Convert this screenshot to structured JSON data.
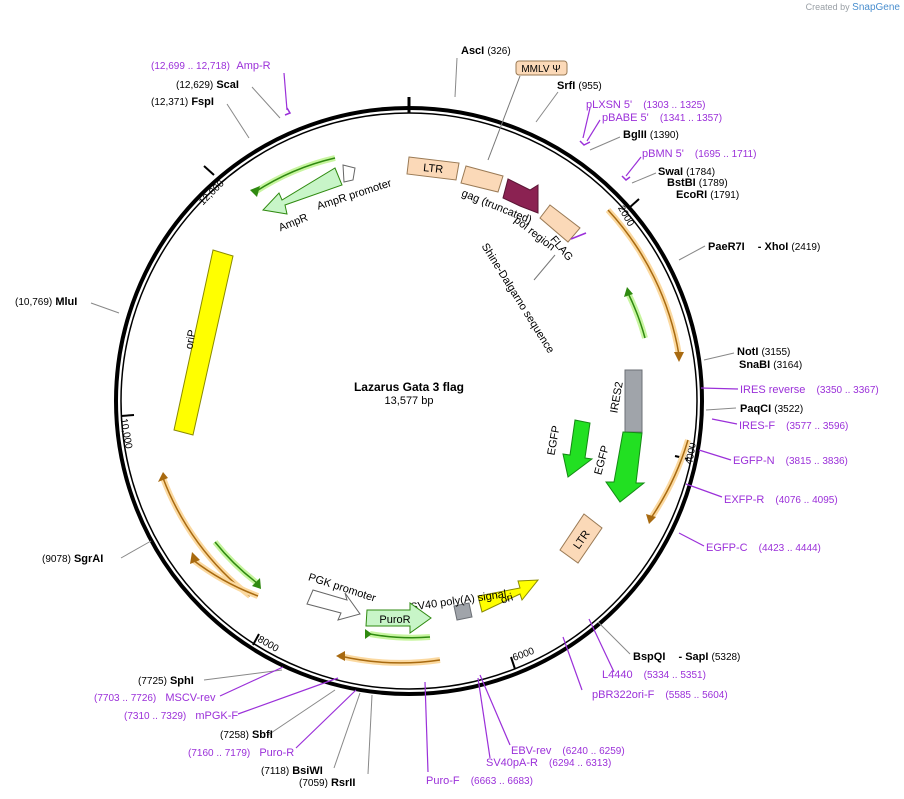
{
  "credit": {
    "prefix": "Created by",
    "brand": "SnapGene"
  },
  "plasmid": {
    "name": "Lazarus Gata 3 flag",
    "size": "13,577 bp"
  },
  "ticks": [
    "2000",
    "4000",
    "6000",
    "8000",
    "10,000",
    "12,000"
  ],
  "restriction_sites": [
    {
      "name": "AscI",
      "pos": "(326)"
    },
    {
      "name": "SrfI",
      "pos": "(955)"
    },
    {
      "name": "BglII",
      "pos": "(1390)"
    },
    {
      "name": "SwaI",
      "pos": "(1784)"
    },
    {
      "name": "BstBI",
      "pos": "(1789)"
    },
    {
      "name": "EcoRI",
      "pos": "(1791)"
    },
    {
      "name": "PaeR7I",
      "pos": "(2419)",
      "extra": "- XhoI"
    },
    {
      "name": "NotI",
      "pos": "(3155)"
    },
    {
      "name": "SnaBI",
      "pos": "(3164)"
    },
    {
      "name": "PaqCI",
      "pos": "(3522)"
    },
    {
      "name": "BspQI",
      "pos": "(5328)",
      "extra": "- SapI"
    },
    {
      "name": "SbfI",
      "pos": "(7258)"
    },
    {
      "name": "BsiWI",
      "pos": "(7118)"
    },
    {
      "name": "RsrII",
      "pos": "(7059)"
    },
    {
      "name": "SphI",
      "pos": "(7725)"
    },
    {
      "name": "SgrAI",
      "pos": "(9078)"
    },
    {
      "name": "MluI",
      "pos": "(10,769)"
    },
    {
      "name": "FspI",
      "pos": "(12,371)"
    },
    {
      "name": "ScaI",
      "pos": "(12,629)"
    }
  ],
  "primers": [
    {
      "name": "Amp-R",
      "pos": "(12,699 .. 12,718)"
    },
    {
      "name": "pLXSN 5'",
      "pos": "(1303 .. 1325)"
    },
    {
      "name": "pBABE 5'",
      "pos": "(1341 .. 1357)"
    },
    {
      "name": "pBMN 5'",
      "pos": "(1695 .. 1711)"
    },
    {
      "name": "IRES reverse",
      "pos": "(3350 .. 3367)"
    },
    {
      "name": "IRES-F",
      "pos": "(3577 .. 3596)"
    },
    {
      "name": "EGFP-N",
      "pos": "(3815 .. 3836)"
    },
    {
      "name": "EXFP-R",
      "pos": "(4076 .. 4095)"
    },
    {
      "name": "EGFP-C",
      "pos": "(4423 .. 4444)"
    },
    {
      "name": "L4440",
      "pos": "(5334 .. 5351)"
    },
    {
      "name": "pBR322ori-F",
      "pos": "(5585 .. 5604)"
    },
    {
      "name": "EBV-rev",
      "pos": "(6240 .. 6259)"
    },
    {
      "name": "SV40pA-R",
      "pos": "(6294 .. 6313)"
    },
    {
      "name": "Puro-F",
      "pos": "(6663 .. 6683)"
    },
    {
      "name": "Puro-R",
      "pos": "(7160 .. 7179)"
    },
    {
      "name": "mPGK-F",
      "pos": "(7310 .. 7329)"
    },
    {
      "name": "MSCV-rev",
      "pos": "(7703 .. 7726)"
    }
  ],
  "features": {
    "mmlv": "MMLV Ψ",
    "ltr_top": "LTR",
    "gag": "gag (truncated)",
    "pol": "pol region",
    "flag": "FLAG",
    "shine": "Shine-Dalgarno sequence",
    "ires2": "IRES2",
    "egfp_inner": "EGFP",
    "egfp_outer": "EGFP",
    "ltr_bottom": "LTR",
    "ori": "ori",
    "sv40": "SV40 poly(A) signal",
    "puror": "PuroR",
    "pgk": "PGK promoter",
    "orip": "oriP",
    "ampr": "AmpR",
    "ampr_promoter": "AmpR promoter"
  },
  "colors": {
    "primer": "#9b30d9",
    "backbone": "#000000",
    "orf": "#e8a33a",
    "yellow": "#ffff00",
    "green": "#22e022",
    "peach": "#fbd9b8",
    "maroon": "#8b2252",
    "light_green": "#c8f5c8"
  }
}
